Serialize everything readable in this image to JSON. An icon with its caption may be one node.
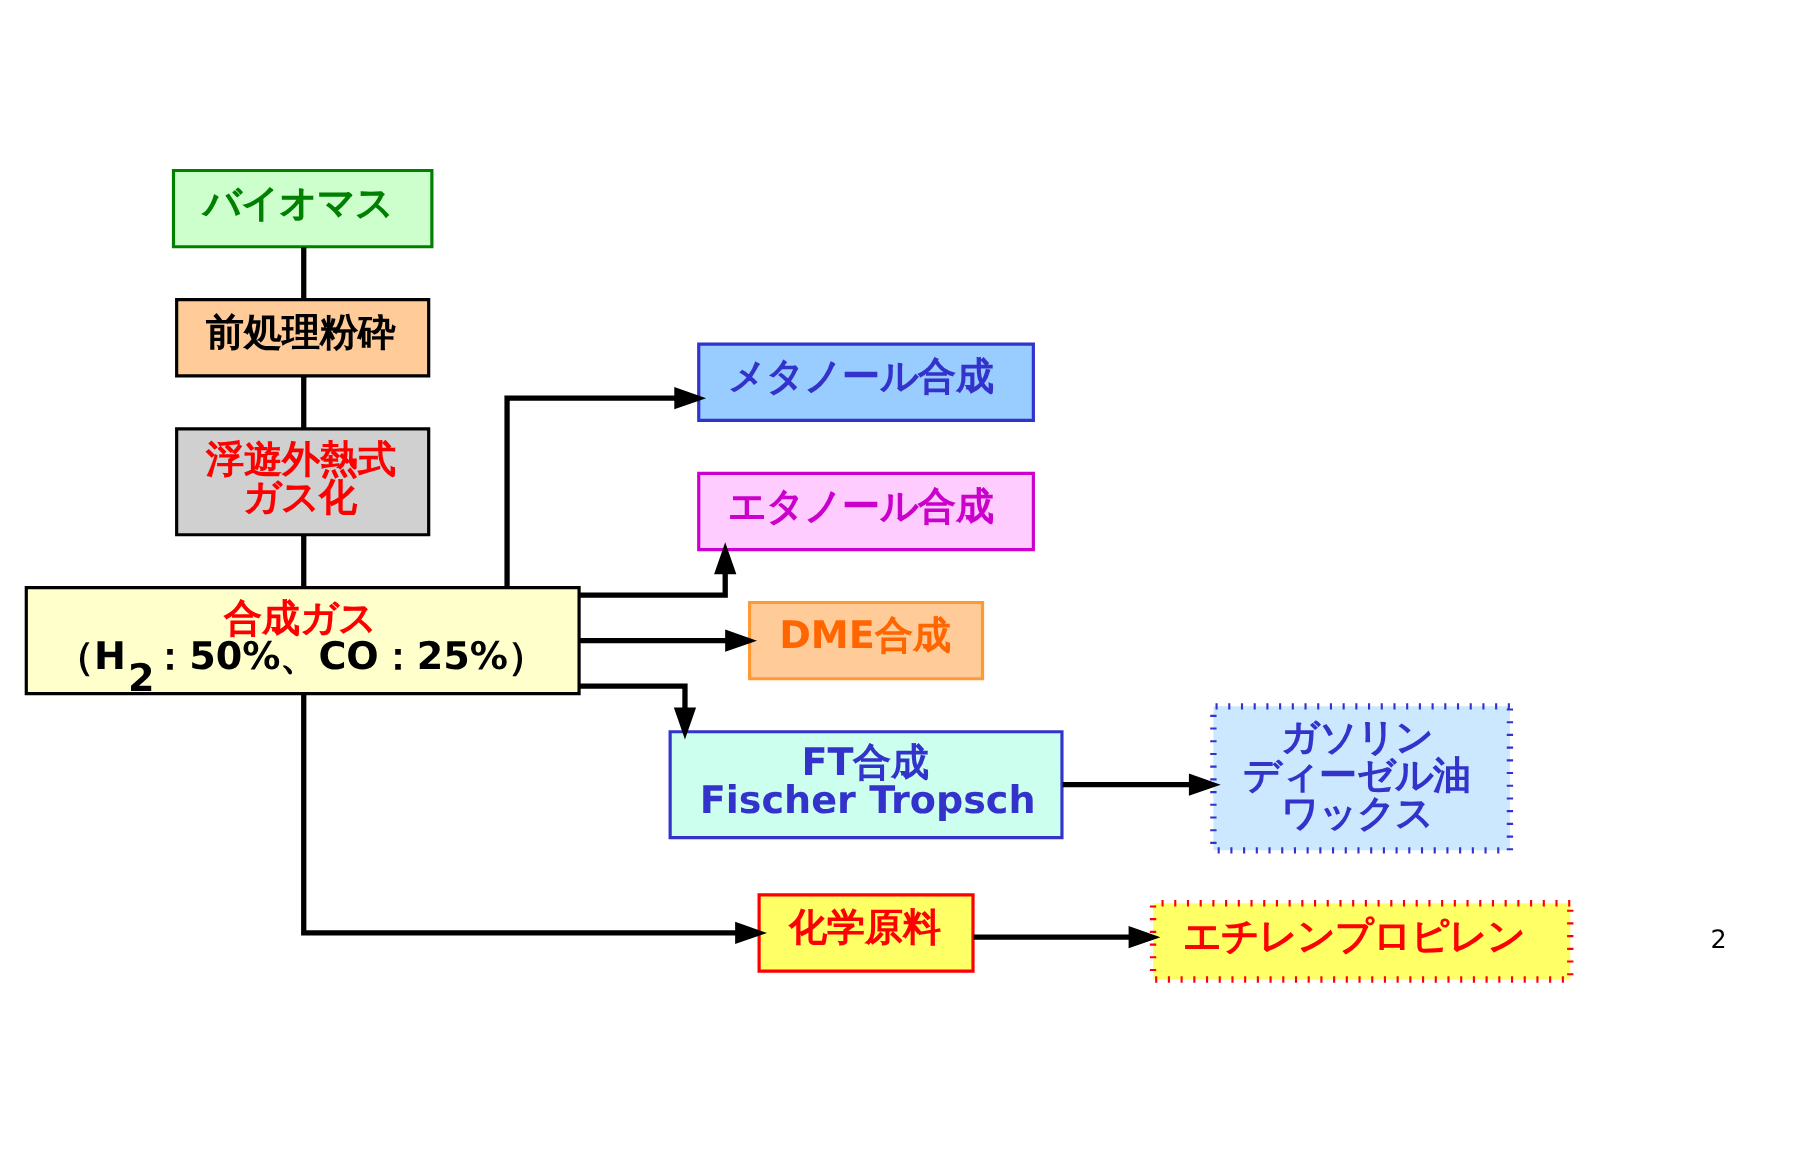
{
  "diagram": {
    "nodes": [
      {
        "text": [
          "バイオマス"
        ]
      },
      {
        "text": [
          "前処理粉砕"
        ]
      },
      {
        "text": [
          "浮遊外熱式ガス化"
        ]
      },
      {
        "text": [
          "合成ガス",
          "（H$_{2}$：50%、CO：25%）"
        ]
      },
      {
        "text": [
          "メタノール合成"
        ]
      },
      {
        "text": [
          "エタノール合成"
        ]
      },
      {
        "text": [
          "DME合成"
        ]
      },
      {
        "text": [
          "FT合成",
          "Fischer Tropsch"
        ]
      },
      {
        "text": [
          "化学原料"
        ]
      },
      {
        "text": [
          "ガソリン",
          "ディーゼル油",
          "ワックス"
        ]
      },
      {
        "text": [
          "エチレンプロピレン"
        ]
      }
    ],
    "edges": [
      {
        "from": 0,
        "to": 1,
        "arrow": "none"
      },
      {
        "from": 1,
        "to": 2,
        "arrow": "none"
      },
      {
        "from": 2,
        "to": 3,
        "arrow": "none"
      },
      {
        "from": 3,
        "to": 4,
        "arrow": "to"
      },
      {
        "from": 3,
        "to": 5,
        "arrow": "to"
      },
      {
        "from": 3,
        "to": 6,
        "arrow": "to"
      },
      {
        "from": 3,
        "to": 7,
        "arrow": "to"
      },
      {
        "from": 3,
        "to": 8,
        "arrow": "to"
      },
      {
        "from": 7,
        "to": 9,
        "arrow": "to"
      },
      {
        "from": 8,
        "to": 10,
        "arrow": "to"
      }
    ],
    "labels": [
      "2"
    ]
  }
}
